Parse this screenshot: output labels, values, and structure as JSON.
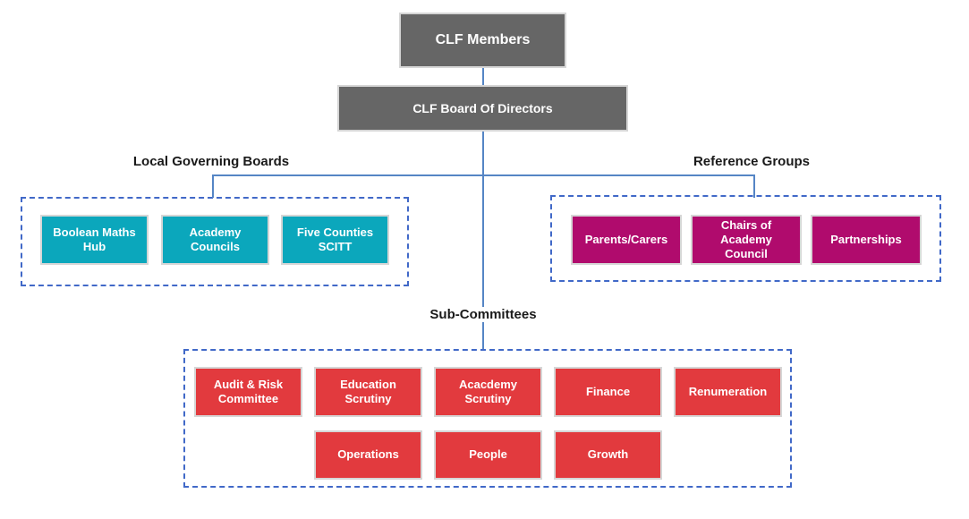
{
  "nodes": {
    "members": {
      "label": "CLF Members"
    },
    "board": {
      "label": "CLF Board Of Directors"
    }
  },
  "groups": [
    {
      "id": "local-governing-boards",
      "label": "Local Governing Boards",
      "items": [
        "Boolean Maths\nHub",
        "Academy\nCouncils",
        "Five Counties\nSCITT"
      ]
    },
    {
      "id": "reference-groups",
      "label": "Reference Groups",
      "items": [
        "Parents/Carers",
        "Chairs of\nAcademy\nCouncil",
        "Partnerships"
      ]
    },
    {
      "id": "sub-committees",
      "label": "Sub-Committees",
      "rows": [
        [
          "Audit & Risk\nCommittee",
          "Education\nScrutiny",
          "Acacdemy\nScrutiny",
          "Finance",
          "Renumeration"
        ],
        [
          "Operations",
          "People",
          "Growth"
        ]
      ]
    }
  ],
  "colors": {
    "node_gray": "#666666",
    "teal": "#0BA7BC",
    "magenta": "#B00B6D",
    "red": "#E23A3E",
    "connector": "#5585C5",
    "dashed_border": "#4169C8",
    "box_border": "#D6D6D6",
    "label_text": "#1A1A1A"
  }
}
